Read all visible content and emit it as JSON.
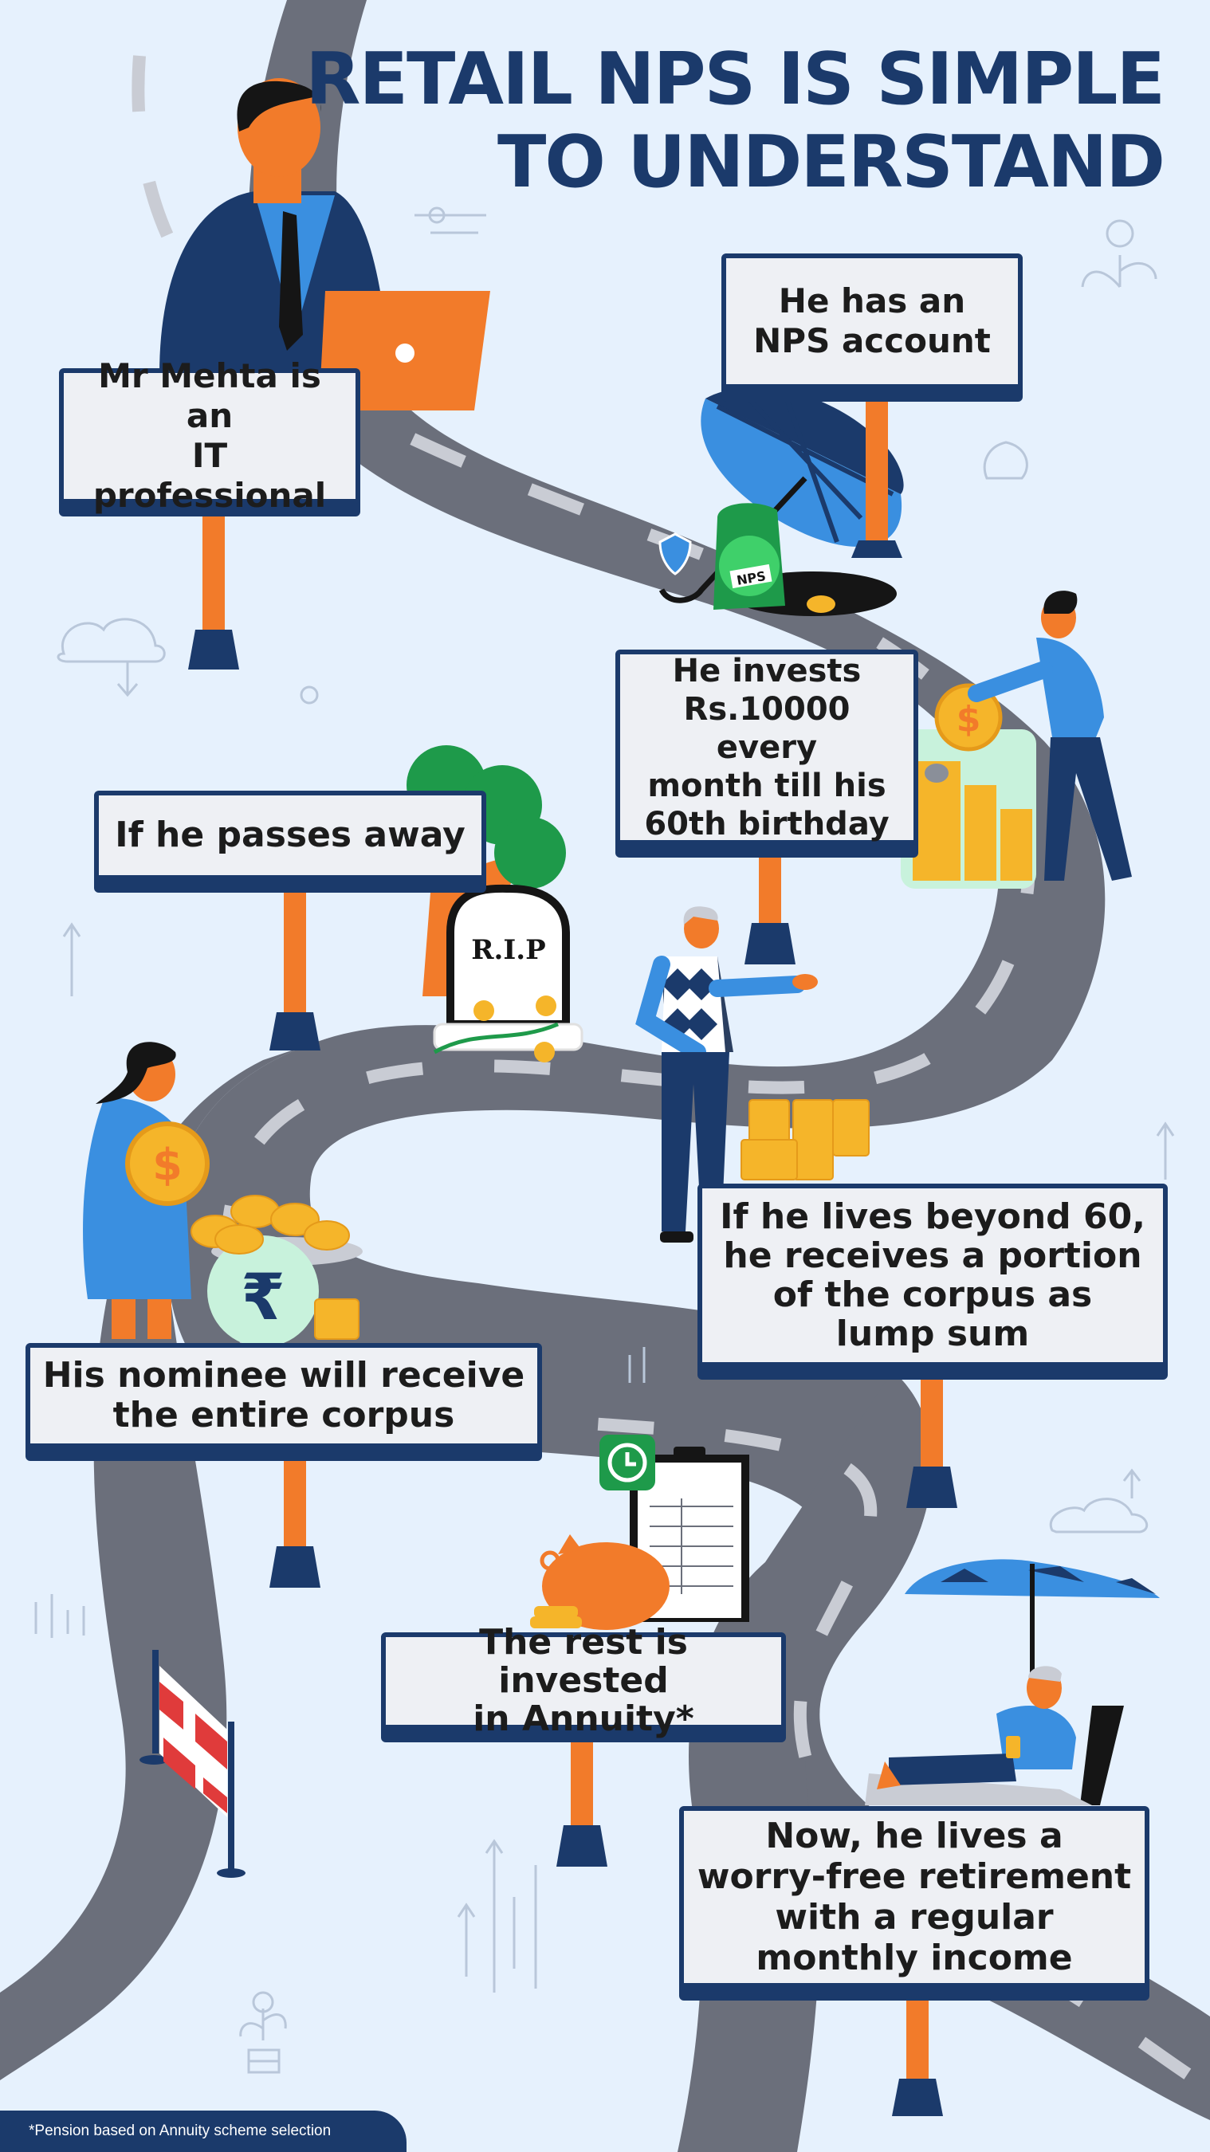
{
  "title": {
    "line1": "RETAIL NPS IS SIMPLE",
    "line2": "TO UNDERSTAND"
  },
  "steps": [
    {
      "lines": [
        "Mr Mehta is an",
        "IT professional"
      ]
    },
    {
      "lines": [
        "He has an",
        "NPS account"
      ]
    },
    {
      "lines": [
        "He invests",
        "Rs.10000 every",
        "month till his",
        "60th birthday"
      ]
    },
    {
      "lines": [
        "If he passes away"
      ]
    },
    {
      "lines": [
        "If he lives beyond 60,",
        "he receives a portion",
        "of the corpus as",
        "lump sum"
      ]
    },
    {
      "lines": [
        "His nominee will receive",
        "the entire corpus"
      ]
    },
    {
      "lines": [
        "The rest is invested",
        "in Annuity*"
      ]
    },
    {
      "lines": [
        "Now, he lives a",
        "worry-free retirement",
        "with a regular",
        "monthly income"
      ]
    }
  ],
  "labels": {
    "nps_bag": "NPS",
    "tombstone": "R.I.P",
    "rupee_symbol": "₹",
    "dollar_symbol": "$"
  },
  "footnote": "*Pension based on Annuity scheme selection",
  "colors": {
    "background": "#e6f1fd",
    "navy": "#1b3a6b",
    "road": "#6b6f7b",
    "orange": "#f27b2a",
    "blue": "#3a8fe0",
    "gold": "#f5b52a",
    "green": "#1e9a4a"
  }
}
